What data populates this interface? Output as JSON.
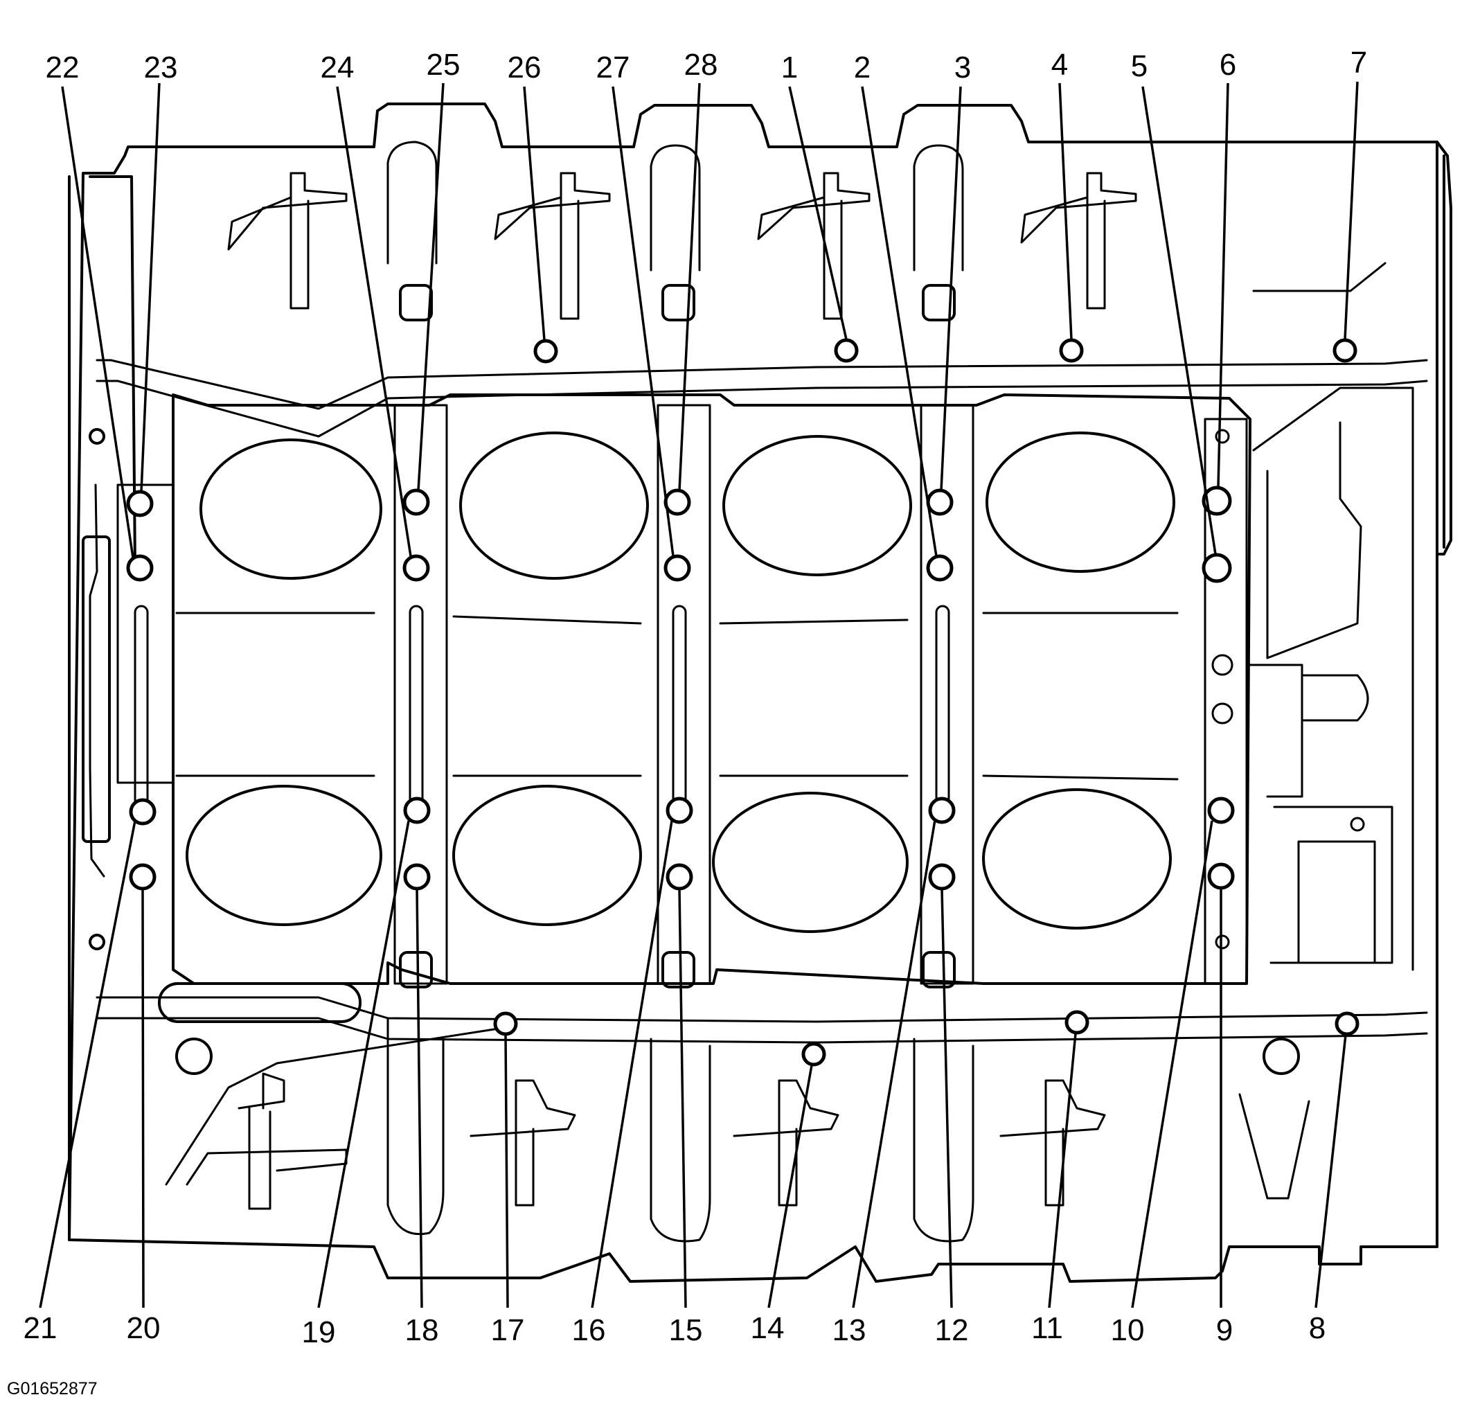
{
  "figure_id": "G01652877",
  "callouts": [
    {
      "id": "1",
      "label": "1"
    },
    {
      "id": "2",
      "label": "2"
    },
    {
      "id": "3",
      "label": "3"
    },
    {
      "id": "4",
      "label": "4"
    },
    {
      "id": "5",
      "label": "5"
    },
    {
      "id": "6",
      "label": "6"
    },
    {
      "id": "7",
      "label": "7"
    },
    {
      "id": "8",
      "label": "8"
    },
    {
      "id": "9",
      "label": "9"
    },
    {
      "id": "10",
      "label": "10"
    },
    {
      "id": "11",
      "label": "11"
    },
    {
      "id": "12",
      "label": "12"
    },
    {
      "id": "13",
      "label": "13"
    },
    {
      "id": "14",
      "label": "14"
    },
    {
      "id": "15",
      "label": "15"
    },
    {
      "id": "16",
      "label": "16"
    },
    {
      "id": "17",
      "label": "17"
    },
    {
      "id": "18",
      "label": "18"
    },
    {
      "id": "19",
      "label": "19"
    },
    {
      "id": "20",
      "label": "20"
    },
    {
      "id": "21",
      "label": "21"
    },
    {
      "id": "22",
      "label": "22"
    },
    {
      "id": "23",
      "label": "23"
    },
    {
      "id": "24",
      "label": "24"
    },
    {
      "id": "25",
      "label": "25"
    },
    {
      "id": "26",
      "label": "26"
    },
    {
      "id": "27",
      "label": "27"
    },
    {
      "id": "28",
      "label": "28"
    }
  ]
}
